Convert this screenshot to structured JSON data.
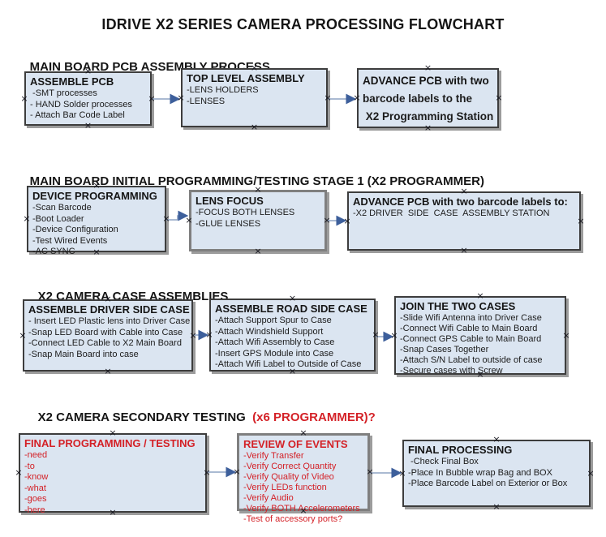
{
  "title": "IDRIVE X2  SERIES CAMERA PROCESSING FLOWCHART",
  "icons": {
    "connection_handle": "×"
  },
  "colors": {
    "box_fill": "#dbe5f1",
    "box_border": "#3d3d3d",
    "box_border_alt": "#7f7f7f",
    "red_text": "#d42127",
    "arrow_line": "#8ea3c3",
    "arrow_head": "#3d5f9b"
  },
  "sections": [
    {
      "heading": "MAIN BOARD PCB ASSEMBLY PROCESS",
      "heading_suffix": "",
      "boxes": [
        {
          "header": "ASSEMBLE PCB",
          "items": [
            " -SMT processes",
            "- HAND Solder processes",
            "- Attach Bar Code Label"
          ]
        },
        {
          "header": "TOP LEVEL ASSEMBLY",
          "items": [
            "-LENS HOLDERS",
            "-LENSES"
          ]
        },
        {
          "header": "ADVANCE PCB with two",
          "items": [
            "barcode labels to the",
            " X2 Programming Station"
          ]
        }
      ]
    },
    {
      "heading": "MAIN BOARD INITIAL PROGRAMMING/TESTING STAGE 1 (X2 PROGRAMMER)",
      "heading_suffix": "",
      "boxes": [
        {
          "header": "DEVICE PROGRAMMING",
          "items": [
            "-Scan Barcode",
            "-Boot Loader",
            "-Device Configuration",
            "-Test Wired Events",
            "-AC SYNC"
          ]
        },
        {
          "header": "LENS FOCUS",
          "items": [
            "-FOCUS BOTH LENSES",
            "-GLUE LENSES"
          ]
        },
        {
          "header": "ADVANCE PCB with two barcode labels to:",
          "items": [
            "-X2 DRIVER  SIDE  CASE  ASSEMBLY STATION"
          ]
        }
      ]
    },
    {
      "heading": "X2 CAMERA CASE ASSEMBLIES",
      "heading_suffix": "",
      "boxes": [
        {
          "header": "ASSEMBLE DRIVER SIDE CASE",
          "items": [
            "- Insert LED Plastic lens into Driver Case",
            "-Snap LED Board with Cable into Case",
            "-Connect LED Cable to X2 Main Board",
            "-Snap Main Board into case"
          ]
        },
        {
          "header": "ASSEMBLE ROAD SIDE CASE",
          "items": [
            "-Attach Support Spur to Case",
            "-Attach Windshield Support",
            "-Attach Wifi Assembly to Case",
            "-Insert GPS Module into Case",
            "-Attach Wifi Label to Outside of Case"
          ]
        },
        {
          "header": "JOIN THE TWO CASES",
          "items": [
            "-Slide Wifi Antenna into Driver Case",
            "-Connect Wifi Cable to Main Board",
            "-Connect GPS Cable to Main Board",
            "-Snap Cases Together",
            "-Attach S/N Label to outside of case",
            "-Secure cases with Screw"
          ]
        }
      ]
    },
    {
      "heading": "X2 CAMERA SECONDARY TESTING ",
      "heading_suffix": " (x6 PROGRAMMER)?",
      "boxes": [
        {
          "header": "FINAL PROGRAMMING / TESTING",
          "items": [
            "-need",
            "-to",
            "-know",
            "-what",
            "-goes",
            "-here"
          ]
        },
        {
          "header": "REVIEW OF EVENTS",
          "items": [
            "-Verify Transfer",
            "-Verify Correct Quantity",
            "-Verify Quality of Video",
            "-Verify LEDs function",
            "-Verify Audio",
            "-Verify BOTH Accelerometers",
            "-Test of accessory ports?"
          ]
        },
        {
          "header": "FINAL PROCESSING",
          "items": [
            " -Check Final Box",
            "-Place In Bubble wrap Bag and BOX",
            "-Place Barcode Label on Exterior or Box"
          ]
        }
      ]
    }
  ]
}
